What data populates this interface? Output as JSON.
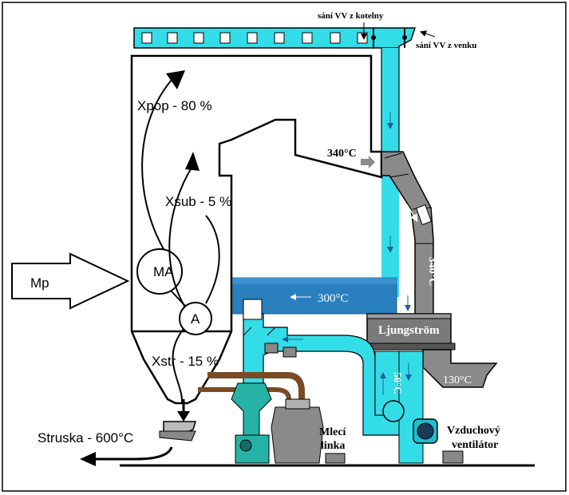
{
  "labels": {
    "intake_boiler": "sání VV z kotelny",
    "intake_outside": "sání VV z venku",
    "x_pop": "Xpop - 80 %",
    "x_sub": "Xsub - 5 %",
    "x_str": "Xstr - 15 %",
    "m_a": "MA",
    "a": "A",
    "m_p": "Mp",
    "temp_340": "340°C",
    "temp_340_vertical": "340°C",
    "temp_300": "300°C",
    "temp_130": "130°C",
    "temp_50": "50°C",
    "ljungstrom": "Ljungström",
    "struska": "Struska - 600°C",
    "mleci_line1": "Mlecí",
    "mleci_line2": "linka",
    "ventilator_line1": "Vzduchový",
    "ventilator_line2": "ventilátor"
  },
  "colors": {
    "cyan": "#33dde8",
    "cyan_dark": "#1fb9c8",
    "blue": "#2a7fbf",
    "grey": "#7a7a7a",
    "grey_dark": "#555555",
    "brown": "#7a4a25",
    "teal": "#26b3a6"
  }
}
